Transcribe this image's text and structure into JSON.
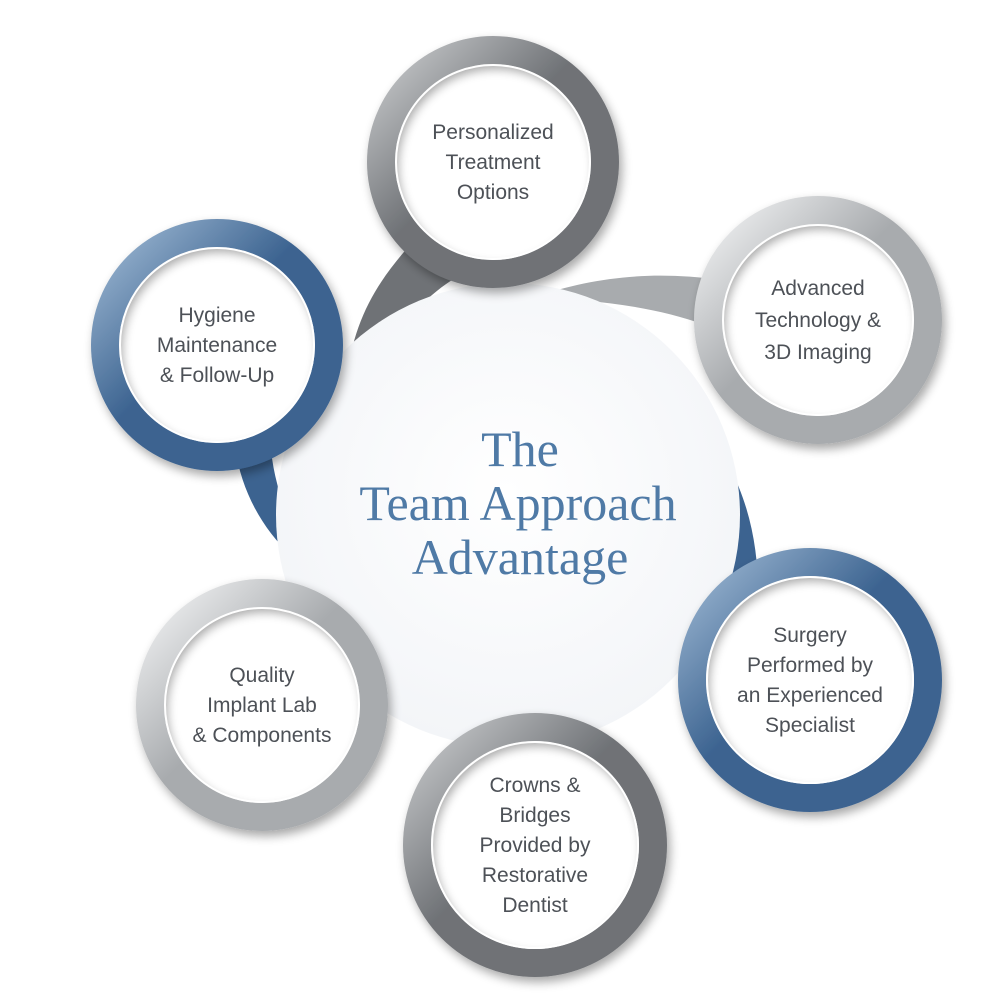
{
  "center": {
    "lines": [
      "The",
      "Team Approach",
      "Advantage"
    ]
  },
  "nodes": [
    {
      "id": "personalized",
      "lines": [
        "Personalized",
        "Treatment",
        "Options"
      ],
      "theme": "gray"
    },
    {
      "id": "advanced",
      "lines": [
        "Advanced",
        "Technology &",
        "3D Imaging"
      ],
      "theme": "silver"
    },
    {
      "id": "surgery",
      "lines": [
        "Surgery",
        "Performed by",
        "an Experienced",
        "Specialist"
      ],
      "theme": "blue"
    },
    {
      "id": "crowns",
      "lines": [
        "Crowns &",
        "Bridges",
        "Provided by",
        "Restorative",
        "Dentist"
      ],
      "theme": "gray"
    },
    {
      "id": "quality",
      "lines": [
        "Quality",
        "Implant Lab",
        "& Components"
      ],
      "theme": "silver"
    },
    {
      "id": "hygiene",
      "lines": [
        "Hygiene",
        "Maintenance",
        "& Follow-Up"
      ],
      "theme": "blue"
    }
  ],
  "colors": {
    "blue_dark": "#3c6390",
    "blue_light": "#9db8d3",
    "gray_dark": "#6f7276",
    "gray_light": "#c9cbcd",
    "silver_dark": "#a8abae",
    "silver_light": "#f2f3f4",
    "text": "#4d5157",
    "title": "#4f7aa6"
  }
}
